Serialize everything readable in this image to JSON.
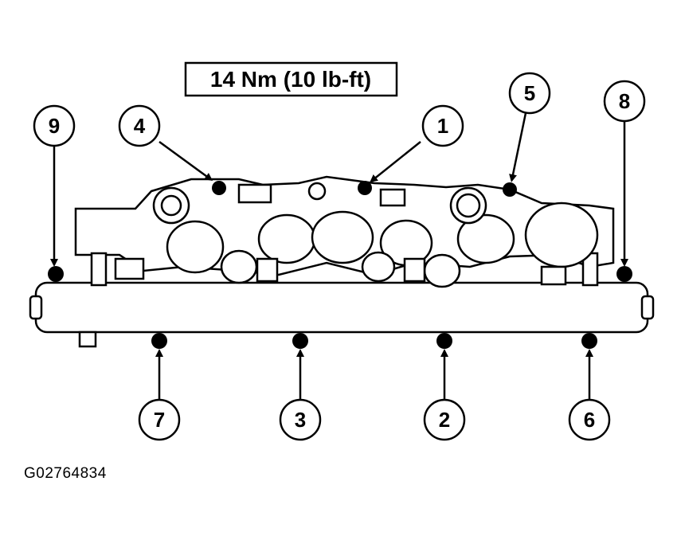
{
  "torque_spec": "14 Nm (10 lb-ft)",
  "figure_id": "G02764834",
  "callouts": {
    "c1": "1",
    "c2": "2",
    "c3": "3",
    "c4": "4",
    "c5": "5",
    "c6": "6",
    "c7": "7",
    "c8": "8",
    "c9": "9"
  },
  "colors": {
    "ink": "#000000",
    "paper": "#ffffff"
  }
}
